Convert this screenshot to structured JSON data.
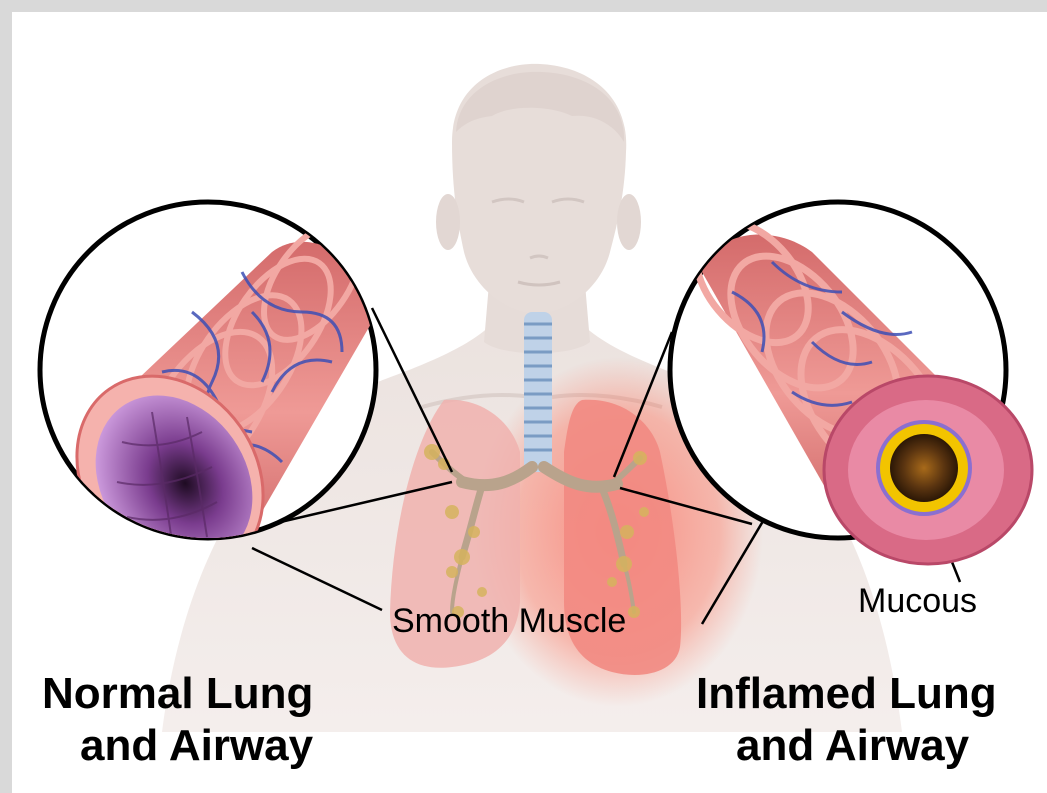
{
  "labels": {
    "smooth_muscle": "Smooth Muscle",
    "mucous": "Mucous"
  },
  "titles": {
    "left_line1": "Normal Lung",
    "left_line2": "and Airway",
    "right_line1": "Inflamed Lung",
    "right_line2": "and Airway"
  },
  "colors": {
    "airway_wall": "#e88a86",
    "airway_lining": "#b77fd0",
    "blood_vessels": "#3d4fb5",
    "inflammation": "#ff4b3a",
    "mucous": "#f2c400",
    "lung_tissue": "#f1a9a6",
    "skin": "#ede3df"
  }
}
